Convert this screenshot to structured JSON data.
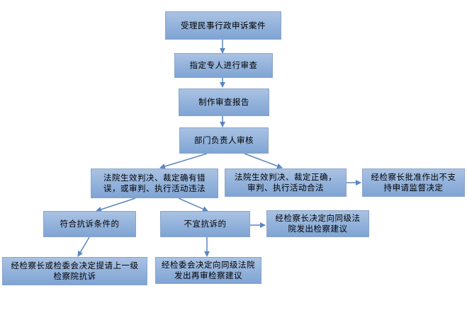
{
  "nodes": {
    "accept": "受理民事行政申诉案件",
    "assign": "指定专人进行审查",
    "report": "制作审查报告",
    "dept_review": "部门负责人审核",
    "error_case": "法院生效判决、裁定确有错误，或审判、执行活动违法",
    "correct_case": "法院生效判决、裁定正确，审判、执行活动合法",
    "not_support": "经检察长批准作出不支持申请监督决定",
    "meet_protest": "符合抗诉条件的",
    "not_protest": "不宜抗诉的",
    "same_level_suggest": "经检察长决定向同级法院发出检察建议",
    "upper_protest": "经检察长或检委会决定提请上一级检察院抗诉",
    "retrial_suggest": "经检委会决定向同级法院发出再审检察建议"
  },
  "colors": {
    "box_top": "#a9c2e3",
    "box_bottom": "#7fa4d4",
    "arrow": "#5b86c0"
  }
}
